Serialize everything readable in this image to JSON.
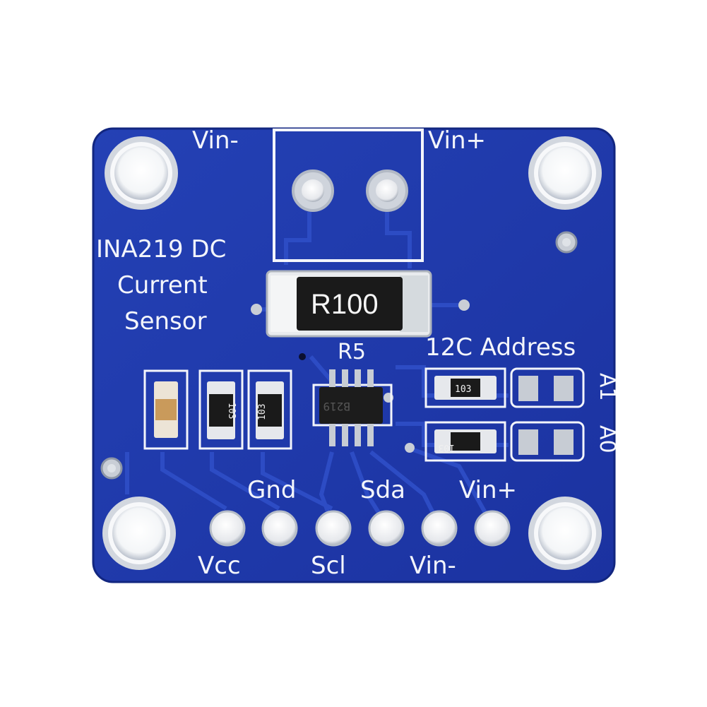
{
  "board": {
    "title_line1": "INA219 DC",
    "title_line2": "Current",
    "title_line3": "Sensor",
    "terminal_left_label": "Vin-",
    "terminal_right_label": "Vin+",
    "shunt_marking": "R100",
    "shunt_refdes": "R5",
    "ic_marking": "B219",
    "address_heading": "12C Address",
    "address_labels": [
      "A1",
      "A0"
    ],
    "resistor_marking": "103",
    "pins_top": [
      "Gnd",
      "Sda",
      "Vin+"
    ],
    "pins_bottom": [
      "Vcc",
      "Scl",
      "Vin-"
    ],
    "colors": {
      "pcb": "#1f3aa8",
      "pcb_edge": "#122680",
      "silkscreen": "#f3f5fb",
      "pad": "#d9dde3"
    }
  }
}
